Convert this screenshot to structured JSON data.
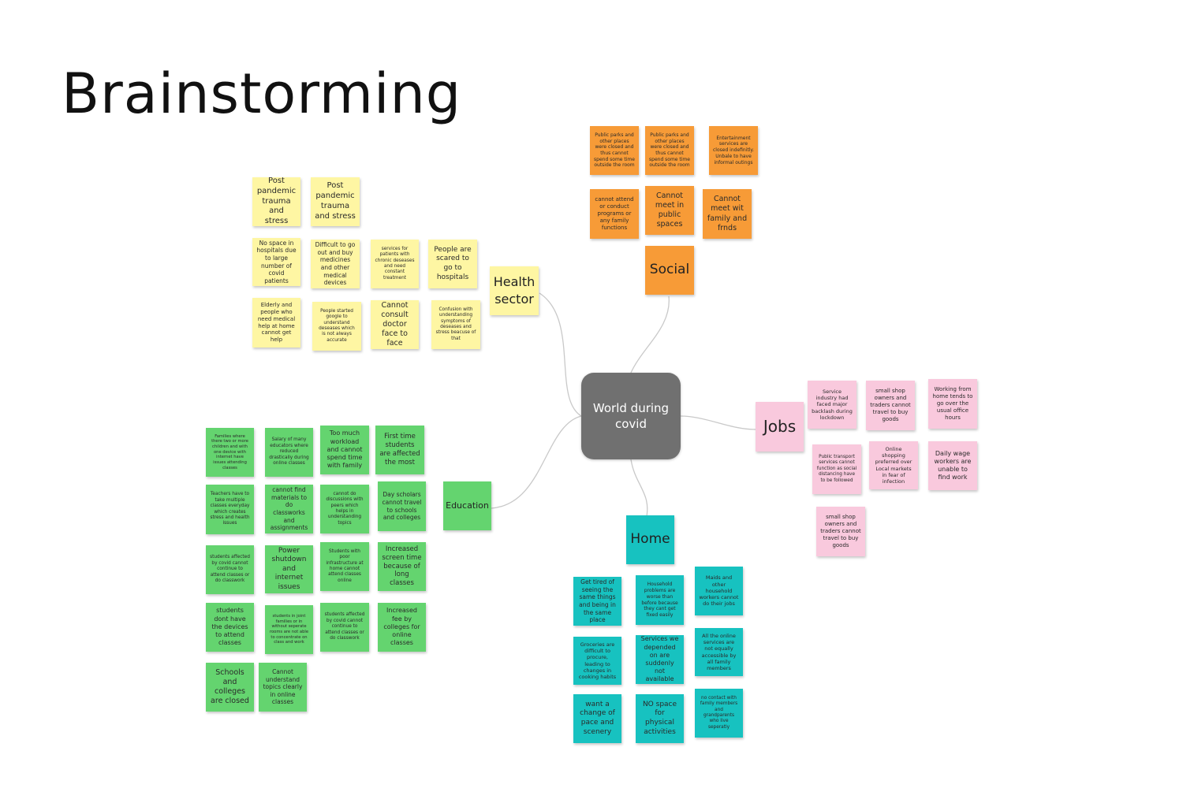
{
  "title": "Brainstorming",
  "center": "World during covid",
  "colors": {
    "health": "#fef6a3",
    "social": "#f79b37",
    "jobs": "#f9c9dd",
    "education": "#64d46f",
    "home": "#17c2c0",
    "center": "#707070"
  },
  "health": {
    "label": "Health sector",
    "notes": [
      "Post pandemic trauma and stress",
      "Post pandemic trauma and stress",
      "No space in hospitals due to large number of covid patients",
      "Difficult to go out and buy medicines and other medical devices",
      "services for patients with chronic deseases and need constant treatment",
      "People are scared to go to hospitals",
      "Elderly and people who need medical help at home cannot get help",
      "People started google to understand deseases which is not always accurate",
      "Cannot consult doctor face to face",
      "Confusion with understanding symptoms of deseases and stress beacuse of that"
    ]
  },
  "social": {
    "label": "Social",
    "notes": [
      "Public parks and other places were closed and thus cannot spend some time outside the room",
      "Public parks and other places were closed and thus cannot spend some time outside the room",
      "Entertainment services are closed indefinitly. Unbale to have informal outings",
      "cannot attend or conduct programs or any family functions",
      "Cannot meet in public spaces",
      "Cannot meet wit family and frnds"
    ]
  },
  "jobs": {
    "label": "Jobs",
    "notes": [
      "Service industry had faced major backlash during lockdown",
      "small shop owners and traders cannot travel to buy goods",
      "Working from home tends to go over the usual office hours",
      "Public transport services cannot function as social distancing have to be followed",
      "Online shopping preferred over Local markets in fear of infection",
      "Daily wage workers are unable to find work",
      "small shop owners and traders cannot travel to buy goods"
    ]
  },
  "education": {
    "label": "Education",
    "notes": [
      "Families where there two or more children and with one device with internet have issues attending classes",
      "Salary of many educators where reduced drastically during online classes",
      "Too much workload and cannot spend time with family",
      "First time students are affected the most",
      "Teachers have to take multiple classes everyday which creates stress and health issues",
      "cannot find materials to do classworks and assignments",
      "cannot do discussions with peers which helps in understanding topics",
      "Day scholars cannot travel to schools and colleges",
      "students affected by covid cannot continue to attend classes or do classwork",
      "Power shutdown and internet issues",
      "Students with poor infrastructure at home cannot attend classes online",
      "Increased screen time because of long classes",
      "students dont have the devices to attend classes",
      "students in joint families or in without seperate rooms are not able to concentrate on class and work",
      "students affected by covid cannot continue to attend classes or do classwork",
      "Increased fee by colleges for online classes",
      "Schools and colleges are closed",
      "Cannot understand topics clearly in online classes"
    ]
  },
  "home": {
    "label": "Home",
    "notes": [
      "Get tired of seeing the same things and being in the same place",
      "Household problems are worse than before because they cant get fixed easily",
      "Maids and other household workers cannot do their jobs",
      "Groceries are difficult to procure, leading to changes in cooking habits",
      "Services we depended on are suddenly not available",
      "All the online services are not equally accessible by all family members",
      "want a change of pace and scenery",
      "NO space for physical activities",
      "no contact with family members and grandparents who live seperatly"
    ]
  }
}
